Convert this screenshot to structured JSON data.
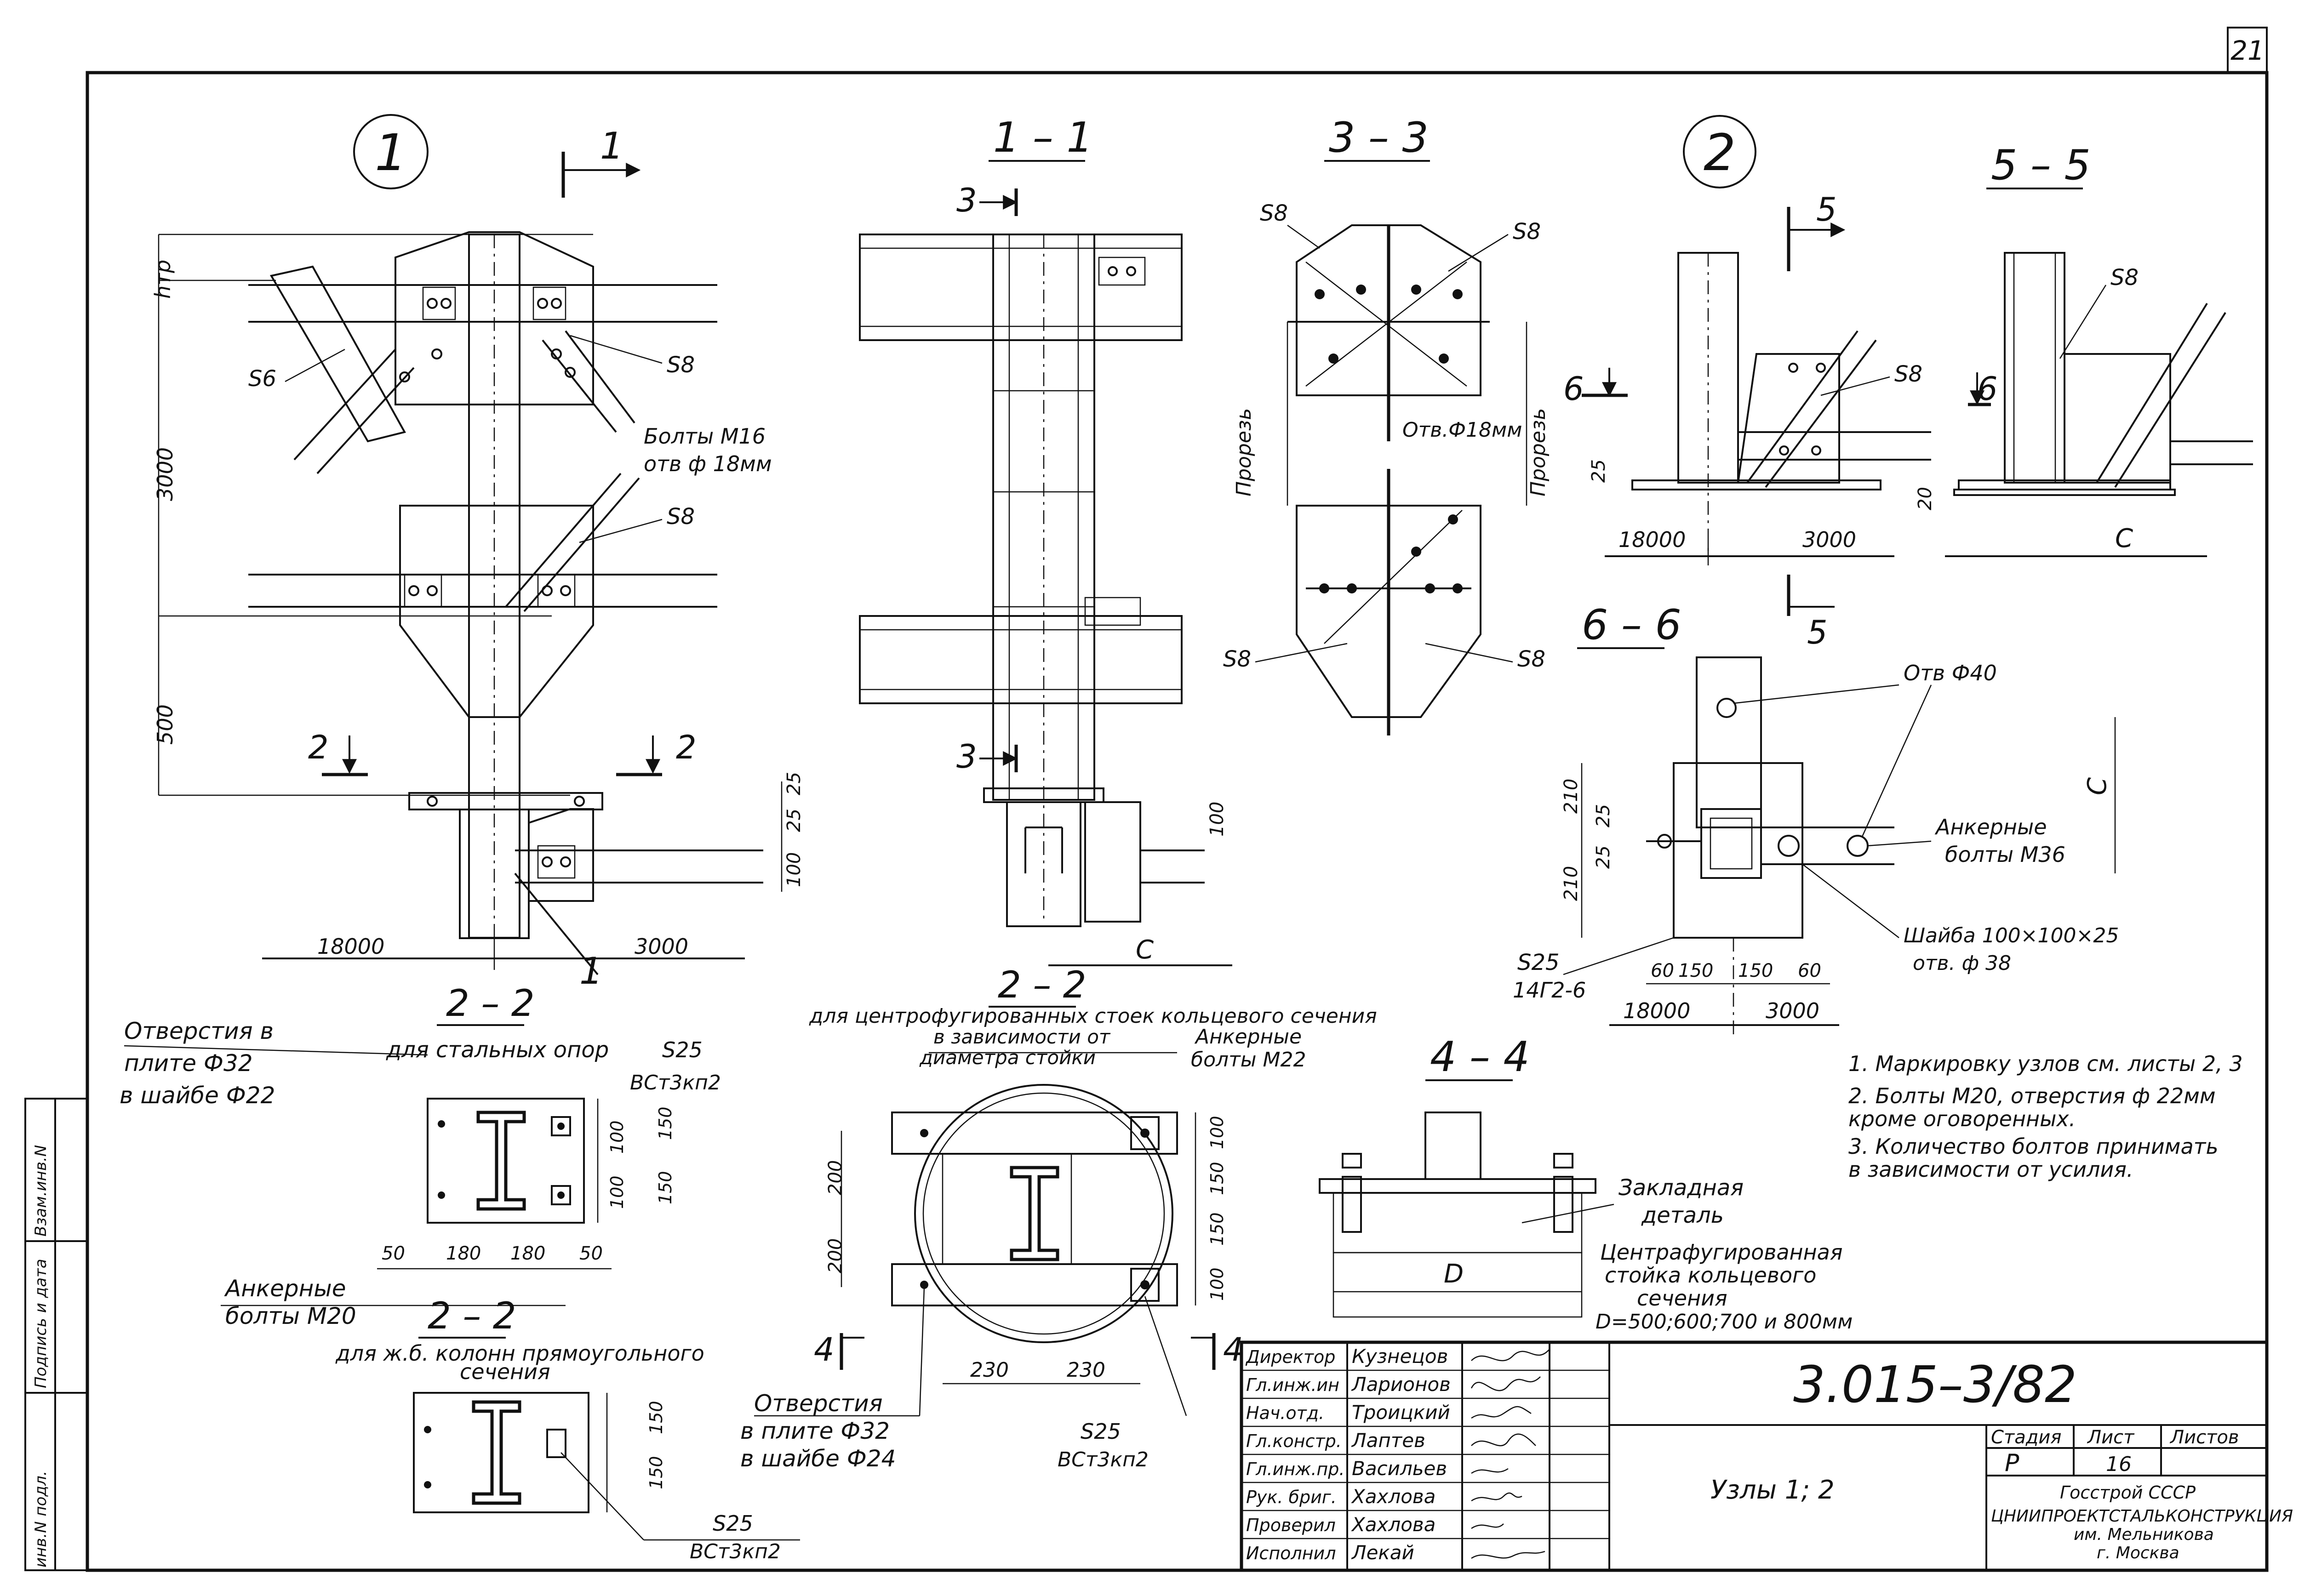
{
  "sheet": {
    "page_number": "21"
  },
  "details": {
    "node1_marker": "1",
    "node2_marker": "2",
    "cut_1": "1",
    "cut_2a": "2",
    "cut_2b": "2",
    "cut_3a": "3",
    "cut_3b": "3",
    "cut_4a": "4",
    "cut_4b": "4",
    "cut_5a": "5",
    "cut_5b": "5",
    "cut_6a": "6",
    "cut_6b": "6"
  },
  "section_titles": {
    "s11": "1 – 1",
    "s33": "3 – 3",
    "s55": "5 – 5",
    "s66": "6 – 6",
    "s44": "4 – 4",
    "s22a": "2 – 2",
    "s22a_sub": "для стальных опор",
    "s22b": "2 – 2",
    "s22b_sub1": "для центрофугированных стоек кольцевого сечения",
    "s22b_sub2": "в зависимости от",
    "s22b_sub3": "диаметра стойки",
    "s22c": "2 – 2",
    "s22c_sub1": "для ж.б. колонн прямоугольного",
    "s22c_sub2": "сечения"
  },
  "labels": {
    "htp": "hтр",
    "s6": "S6",
    "s8": "S8",
    "s25": "S25",
    "bolts_m16": "Болты М16",
    "hole_18": "отв ф 18мм",
    "hole_18b": "Отв.Ф18мм",
    "cut_slot": "Прорезь",
    "hole_40": "Отв Ф40",
    "anchor": "Анкерные",
    "bolts_m36": "болты М36",
    "bolts_m22": "болты М22",
    "bolts_m20": "болты М20",
    "washer": "Шайба 100×100×25",
    "washer_hole": "отв. ф 38",
    "steel_14g2": "14Г2-6",
    "holes_title": "Отверстия в",
    "plate_32": "плите Ф32",
    "washer_22": "в шайбе Ф22",
    "holes_title2": "Отверстия",
    "plate_32b": "в плите Ф32",
    "washer_24": "в шайбе Ф24",
    "vst3": "ВСт3кп2",
    "embed1": "Закладная",
    "embed2": "деталь",
    "centr1": "Центрафугированная",
    "centr2": "стойка кольцевого",
    "centr3": "сечения",
    "centr4": "D=500;600;700 и 800мм",
    "D": "D",
    "C": "C"
  },
  "dimensions": {
    "d3000": "3000",
    "d500": "500",
    "d25": "25",
    "d100": "100",
    "d18000": "18000",
    "d210": "210",
    "d20": "20",
    "d60": "60",
    "d150": "150",
    "d50": "50",
    "d180": "180",
    "d200": "200",
    "d230": "230"
  },
  "notes": [
    "1. Маркировку узлов см. листы 2, 3",
    "2. Болты М20, отверстия ф 22мм",
    "   кроме оговоренных.",
    "3. Количество болтов принимать",
    "   в зависимости от усилия."
  ],
  "side_stamps": [
    "инв.N подл.",
    "Подпись и дата",
    "Взам.инв.N"
  ],
  "title_block": {
    "doc_number": "3.015–3/82",
    "title": "Узлы 1; 2",
    "stage_h": "Стадия",
    "sheet_h": "Лист",
    "sheets_h": "Листов",
    "stage": "Р",
    "sheet": "16",
    "org1": "Госстрой СССР",
    "org2": "ЦНИИПРОЕКТСТАЛЬКОНСТРУКЦИЯ",
    "org3": "им. Мельникова",
    "org4": "г. Москва",
    "staff": [
      {
        "role": "Директор",
        "name": "Кузнецов"
      },
      {
        "role": "Гл.инж.ин",
        "name": "Ларионов"
      },
      {
        "role": "Нач.отд.",
        "name": "Троицкий"
      },
      {
        "role": "Гл.констр.",
        "name": "Лаптев"
      },
      {
        "role": "Гл.инж.пр.",
        "name": "Васильев"
      },
      {
        "role": "Рук. бриг.",
        "name": "Хахлова"
      },
      {
        "role": "Проверил",
        "name": "Хахлова"
      },
      {
        "role": "Исполнил",
        "name": "Лекай"
      }
    ]
  }
}
